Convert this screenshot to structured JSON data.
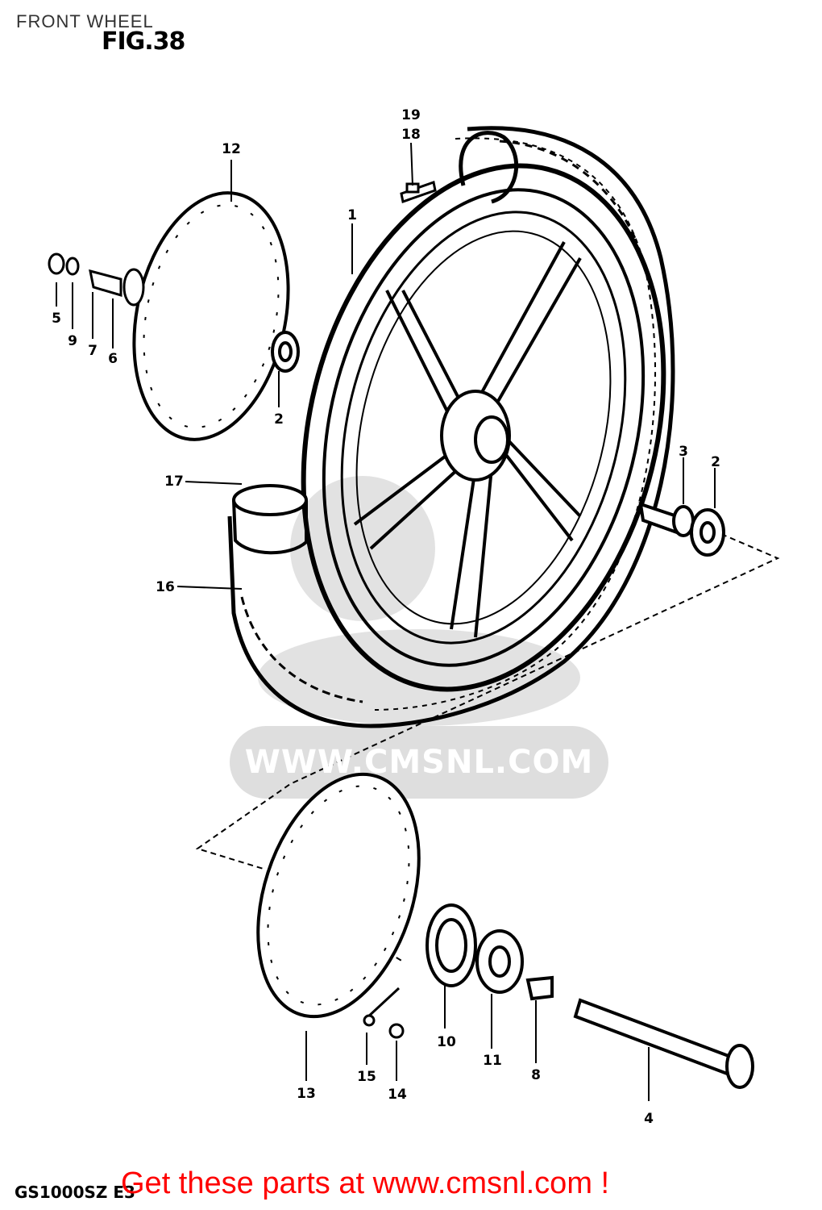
{
  "header": {
    "title": "FRONT WHEEL",
    "figure": "FIG.38"
  },
  "watermark": {
    "text": "WWW.CMSNL.COM"
  },
  "footer": {
    "model_code": "GS1000SZ E3",
    "cta": "Get these parts at www.cmsnl.com !"
  },
  "colors": {
    "ink": "#000000",
    "cta": "#ff0000",
    "watermark": "#d8d8d8"
  },
  "callouts": [
    {
      "id": "c1",
      "label": "1"
    },
    {
      "id": "c2a",
      "label": "2"
    },
    {
      "id": "c2b",
      "label": "2"
    },
    {
      "id": "c3",
      "label": "3"
    },
    {
      "id": "c4",
      "label": "4"
    },
    {
      "id": "c5",
      "label": "5"
    },
    {
      "id": "c6",
      "label": "6"
    },
    {
      "id": "c7",
      "label": "7"
    },
    {
      "id": "c8",
      "label": "8"
    },
    {
      "id": "c9",
      "label": "9"
    },
    {
      "id": "c10",
      "label": "10"
    },
    {
      "id": "c11",
      "label": "11"
    },
    {
      "id": "c12",
      "label": "12"
    },
    {
      "id": "c13",
      "label": "13"
    },
    {
      "id": "c14",
      "label": "14"
    },
    {
      "id": "c15",
      "label": "15"
    },
    {
      "id": "c16",
      "label": "16"
    },
    {
      "id": "c17",
      "label": "17"
    },
    {
      "id": "c18",
      "label": "18"
    },
    {
      "id": "c19",
      "label": "19"
    }
  ]
}
